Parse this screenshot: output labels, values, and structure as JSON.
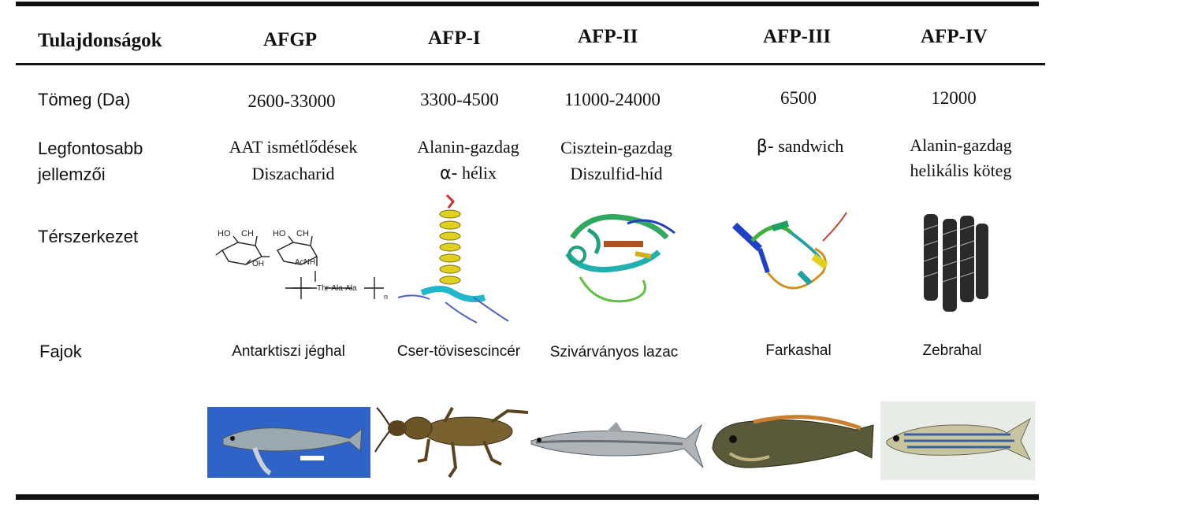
{
  "table": {
    "header": {
      "property_label": "Tulajdonságok",
      "columns": [
        "AFGP",
        "AFP-I",
        "AFP-II",
        "AFP-III",
        "AFP-IV"
      ]
    },
    "rows": {
      "mass": {
        "label": "Tömeg (Da)",
        "values": [
          "2600-33000",
          "3300-4500",
          "11000-24000",
          "6500",
          "12000"
        ]
      },
      "features": {
        "label_line1": "Legfontosabb",
        "label_line2": "jellemzői",
        "afgp_line1": "AAT ismétlődések",
        "afgp_line2": "Diszacharid",
        "afp1_line1": "Alanin-gazdag",
        "afp1_symbol": "α-",
        "afp1_line2": "hélix",
        "afp2_line1": "Cisztein-gazdag",
        "afp2_line2": "Diszulfid-híd",
        "afp3_symbol": "β-",
        "afp3_line1": "sandwich",
        "afp4_line1": "Alanin-gazdag",
        "afp4_line2": "helikális köteg"
      },
      "structure": {
        "label": "Térszerkezet",
        "afgp_chem": {
          "ho1": "HO",
          "ch1": "CH",
          "oh": "OH",
          "ho2": "HO",
          "ch2": "CH",
          "acnh": "AcNH",
          "chain": "Thr-Ala-Ala",
          "subscript": "n"
        }
      },
      "species": {
        "label": "Fajok",
        "values": [
          "Antarktiszi jéghal",
          "Cser-tövisescincér",
          "Szivárványos lazac",
          "Farkashal",
          "Zebrahal"
        ]
      }
    }
  },
  "colors": {
    "rule": "#111111",
    "helix_yellow": "#e0d020",
    "strand_cyan": "#20b8c8",
    "photo_blue": "#2f63c8"
  }
}
